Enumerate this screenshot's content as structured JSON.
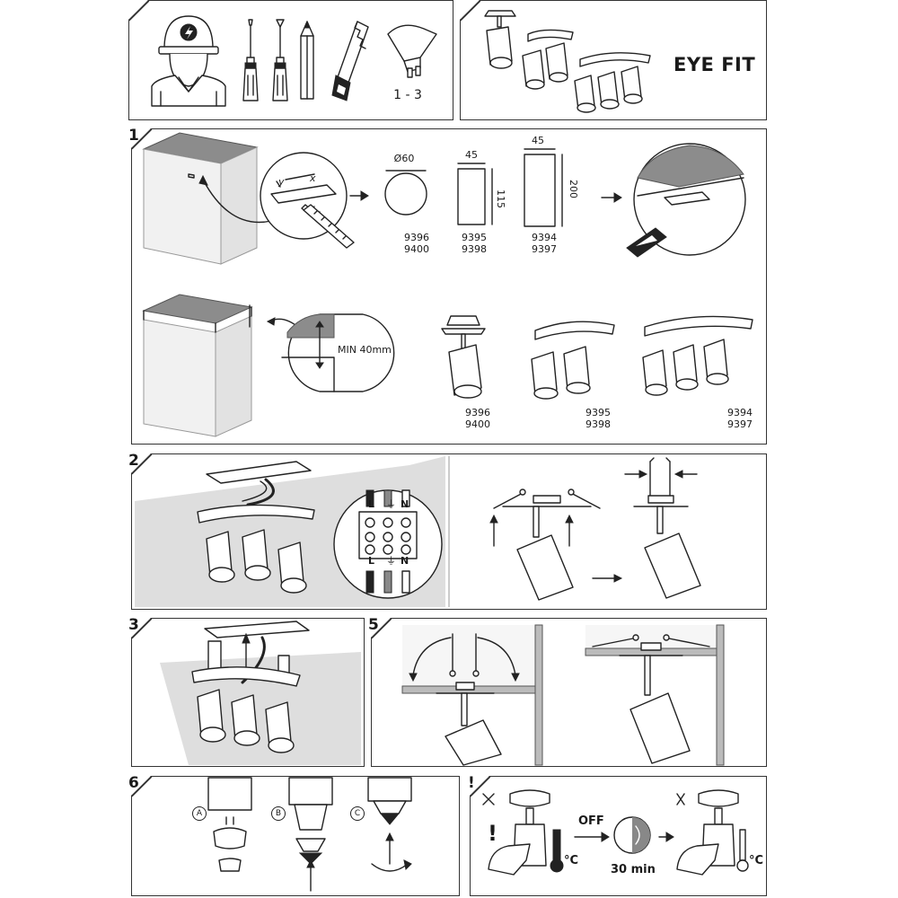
{
  "header": {
    "range_label": "1 - 3",
    "product_name": "EYE FIT"
  },
  "steps": {
    "s1": "1",
    "s2": "2",
    "s3": "3",
    "s5": "5",
    "s6": "6",
    "warn": "!"
  },
  "step1": {
    "cut_dim_y": "y",
    "cut_dim_x": "x",
    "round_dia": "Ø60",
    "rect1_width": "45",
    "rect1_height": "115",
    "rect2_width": "45",
    "rect2_height": "200",
    "codes_round": [
      "9396",
      "9400"
    ],
    "codes_rect1": [
      "9395",
      "9398"
    ],
    "codes_rect2": [
      "9394",
      "9397"
    ],
    "min_depth": "MIN 40mm",
    "codes_single": [
      "9396",
      "9400"
    ],
    "codes_double": [
      "9395",
      "9398"
    ],
    "codes_triple": [
      "9394",
      "9397"
    ]
  },
  "step2": {
    "terminal_top": [
      "L",
      "⏚",
      "N"
    ],
    "terminal_bottom": [
      "L",
      "⏚",
      "N"
    ]
  },
  "step6": {
    "option_a": "A",
    "option_b": "B",
    "option_c": "C"
  },
  "warning": {
    "off_label": "OFF",
    "wait_time": "30 min",
    "temp_unit_1": "°C",
    "temp_unit_2": "°C",
    "exclaim": "!"
  },
  "icons": [
    "electrician-icon",
    "flathead-screwdriver-icon",
    "phillips-screwdriver-icon",
    "pencil-icon",
    "saw-icon",
    "gu10-bulb-icon"
  ]
}
